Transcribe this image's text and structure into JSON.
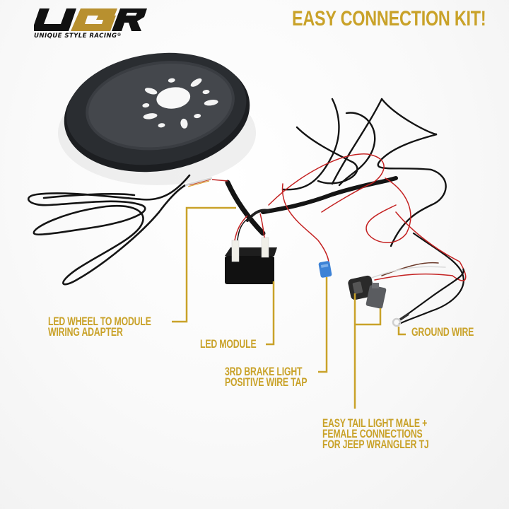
{
  "brand": {
    "logo_text": "UGR",
    "tagline": "UNIQUE STYLE RACING",
    "trademark": "®",
    "colors": {
      "dark": "#111111",
      "gold": "#b8902f"
    }
  },
  "headline": "EASY CONNECTION KIT!",
  "accent_color": "#c9a229",
  "product_photo": {
    "items": [
      "spare-tire-led-ring",
      "led-wheel-wiring",
      "led-module",
      "wire-harness",
      "blue-wire-tap",
      "tail-light-connectors",
      "ground-ring-terminal"
    ]
  },
  "callouts": [
    {
      "id": "wiring-adapter",
      "lines": [
        "LED WHEEL TO MODULE",
        "WIRING ADAPTER"
      ]
    },
    {
      "id": "led-module",
      "lines": [
        "LED MODULE"
      ]
    },
    {
      "id": "wire-tap",
      "lines": [
        "3RD BRAKE LIGHT",
        "POSITIVE WIRE TAP"
      ]
    },
    {
      "id": "ground-wire",
      "lines": [
        "GROUND WIRE"
      ]
    },
    {
      "id": "tail-light-connections",
      "lines": [
        "EASY TAIL LIGHT MALE +",
        "FEMALE CONNECTIONS",
        "FOR JEEP WRANGLER TJ"
      ]
    }
  ]
}
